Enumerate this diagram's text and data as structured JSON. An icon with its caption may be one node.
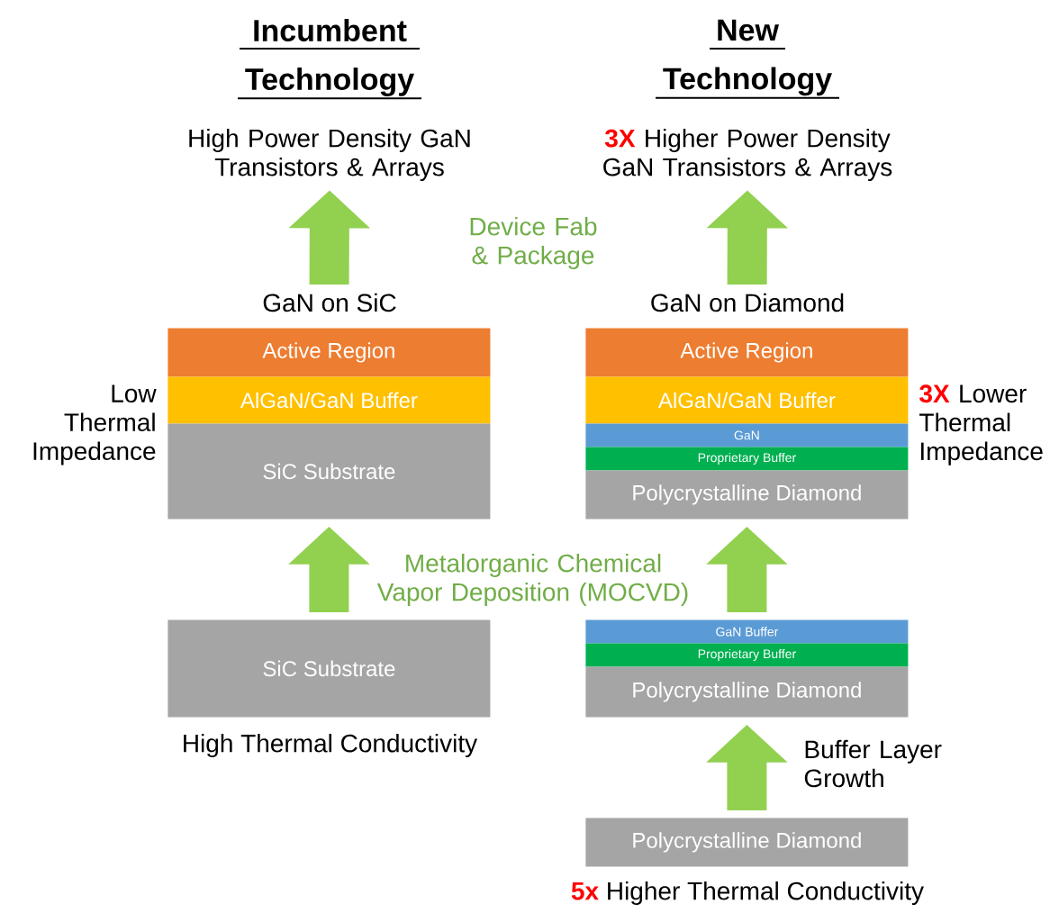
{
  "diagram": {
    "nodes": [
      {
        "text": [
          "High Power Density GaN Transistors & Arrays"
        ]
      },
      {
        "text": [
          "**3X** Higher Power Density GaN Transistors & Arrays"
        ]
      },
      {
        "text": [
          "Active Region"
        ]
      },
      {
        "text": [
          "AlGaN/GaN Buffer"
        ]
      },
      {
        "text": [
          "SiC Substrate"
        ]
      },
      {
        "text": [
          "Active Region"
        ]
      },
      {
        "text": [
          "AlGaN/GaN Buffer"
        ]
      },
      {
        "text": [
          "GaN"
        ]
      },
      {
        "text": [
          "Proprietary Buffer"
        ]
      },
      {
        "text": [
          "Polycrystalline Diamond"
        ]
      },
      {
        "text": [
          "SiC Substrate"
        ],
        "beside": [
          "High Thermal Conductivity"
        ]
      },
      {
        "text": [
          "GaN Buffer"
        ]
      },
      {
        "text": [
          "Proprietary Buffer"
        ]
      },
      {
        "text": [
          "Polycrystalline Diamond"
        ]
      },
      {
        "text": [
          "Polycrystalline Diamond"
        ],
        "beside": [
          "**5x** Higher Thermal Conductivity"
        ]
      }
    ],
    "edges": [
      {
        "from": 2,
        "to": 0,
        "arrow": "to"
      },
      {
        "from": 5,
        "to": 1,
        "arrow": "to"
      },
      {
        "from": 10,
        "to": 4,
        "arrow": "to"
      },
      {
        "from": 11,
        "to": 9,
        "arrow": "to"
      },
      {
        "from": 14,
        "to": 13,
        "arrow": "to",
        "label": "Buffer Layer Growth"
      }
    ],
    "labels": [
      "Incumbent Technology",
      "New Technology",
      "Device Fab & Package",
      "GaN on SiC",
      "GaN on Diamond",
      "Low Thermal Impedance",
      "**3X** Lower Thermal Impedance",
      "Metalorganic Chemical Vapor Deposition (MOCVD)"
    ]
  }
}
